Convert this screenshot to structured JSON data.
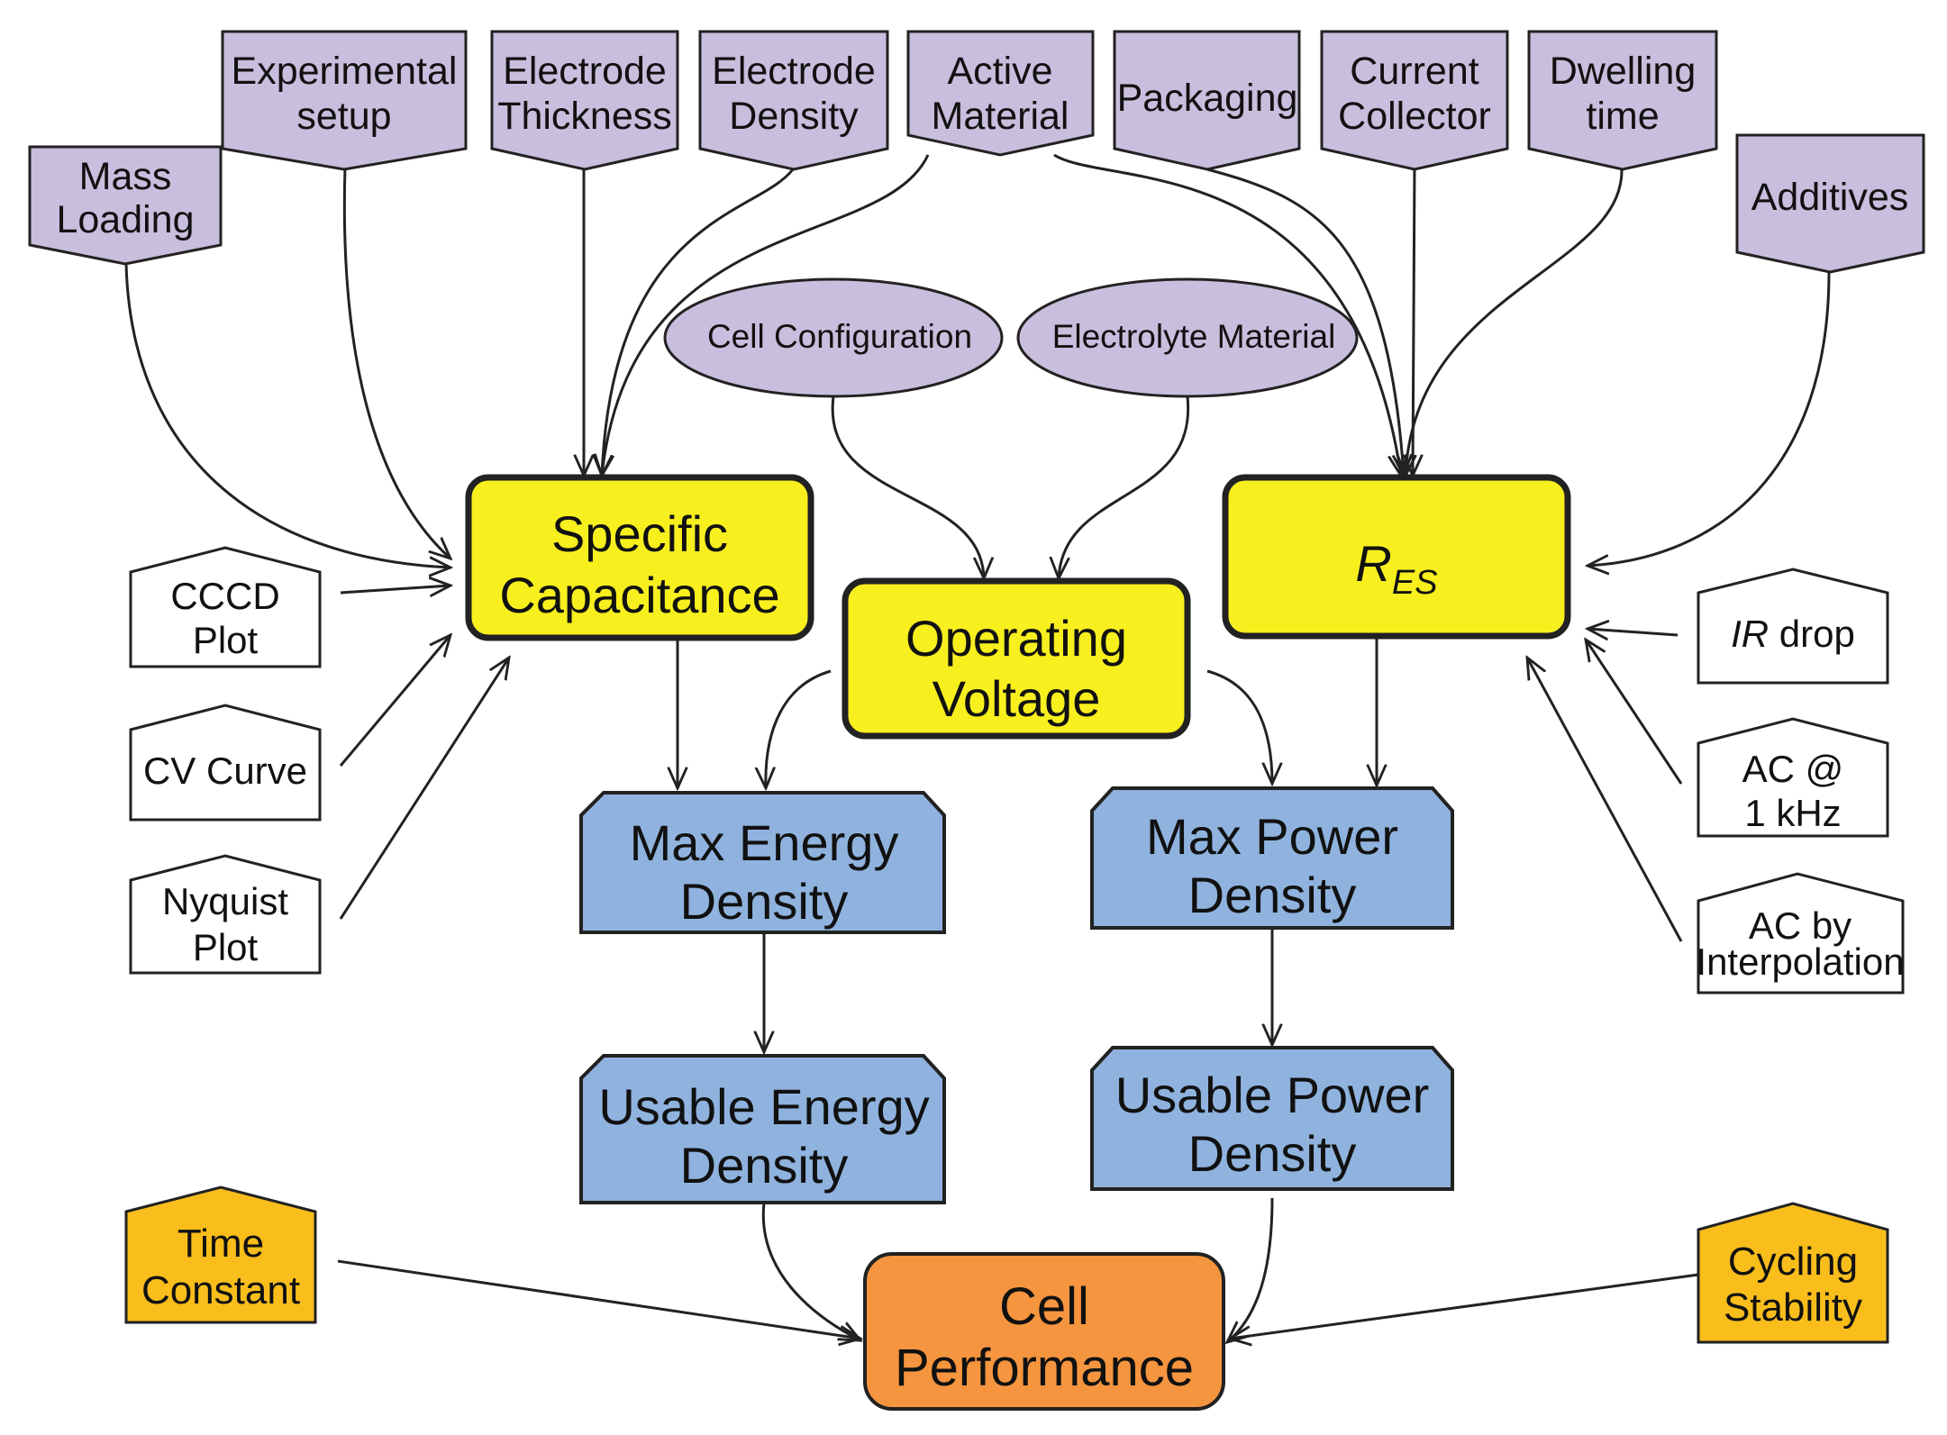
{
  "colors": {
    "factor_fill": "#c9bedd",
    "core_fill": "#f8ef1f",
    "metric_fill": "#8fb3de",
    "performance_fill": "#f6953f",
    "side_fill": "#f9be1c",
    "method_fill": "#ffffff",
    "outline": "#222222"
  },
  "factors": {
    "mass_loading": [
      "Mass",
      "Loading"
    ],
    "experimental_setup": [
      "Experimental",
      "setup"
    ],
    "electrode_thickness": [
      "Electrode",
      "Thickness"
    ],
    "electrode_density": [
      "Electrode",
      "Density"
    ],
    "active_material": [
      "Active",
      "Material"
    ],
    "packaging": [
      "Packaging"
    ],
    "current_collector": [
      "Current",
      "Collector"
    ],
    "dwelling_time": [
      "Dwelling",
      "time"
    ],
    "additives": [
      "Additives"
    ]
  },
  "ellipses": {
    "cell_configuration": "Cell Configuration",
    "electrolyte_material": "Electrolyte Material"
  },
  "core": {
    "specific_capacitance": [
      "Specific",
      "Capacitance"
    ],
    "operating_voltage": [
      "Operating",
      "Voltage"
    ],
    "res_main": "R",
    "res_sub": "ES"
  },
  "methods_left": {
    "cccd_plot": [
      "CCCD",
      "Plot"
    ],
    "cv_curve": [
      "CV Curve"
    ],
    "nyquist_plot": [
      "Nyquist",
      "Plot"
    ]
  },
  "methods_right": {
    "ir_drop_italic": "IR",
    "ir_drop_rest": " drop",
    "ac_1khz": [
      "AC @",
      "1 kHz"
    ],
    "ac_interpolation": [
      "AC by",
      "Interpolation"
    ]
  },
  "metrics": {
    "max_energy_density": [
      "Max Energy",
      "Density"
    ],
    "max_power_density": [
      "Max Power",
      "Density"
    ],
    "usable_energy_density": [
      "Usable Energy",
      "Density"
    ],
    "usable_power_density": [
      "Usable Power",
      "Density"
    ]
  },
  "bottom": {
    "cell_performance": [
      "Cell",
      "Performance"
    ],
    "time_constant": [
      "Time",
      "Constant"
    ],
    "cycling_stability": [
      "Cycling",
      "Stability"
    ]
  }
}
